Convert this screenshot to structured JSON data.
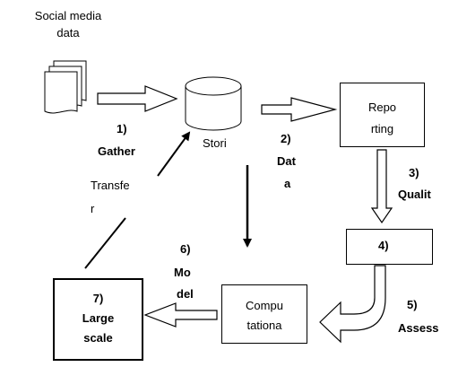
{
  "source": {
    "line1": "Social media",
    "line2": "data"
  },
  "storage": {
    "label": "Stori"
  },
  "reporting": {
    "line1": "Repo",
    "line2": "rting"
  },
  "step4": {
    "label": "4)"
  },
  "computational": {
    "line1": "Compu",
    "line2": "tationa"
  },
  "step7": {
    "line1": "7)",
    "line2": "Large",
    "line3": "scale"
  },
  "steps": {
    "s1": {
      "num": "1)",
      "name": "Gather"
    },
    "s2": {
      "num": "2)",
      "name1": "Dat",
      "name2": "a"
    },
    "s3": {
      "num": "3)",
      "name": "Qualit"
    },
    "s5": {
      "num": "5)",
      "name": "Assess"
    },
    "s6": {
      "num": "6)",
      "name1": "Mo",
      "name2": "del"
    }
  },
  "transfer": {
    "line1": "Transfe",
    "line2": "r"
  }
}
